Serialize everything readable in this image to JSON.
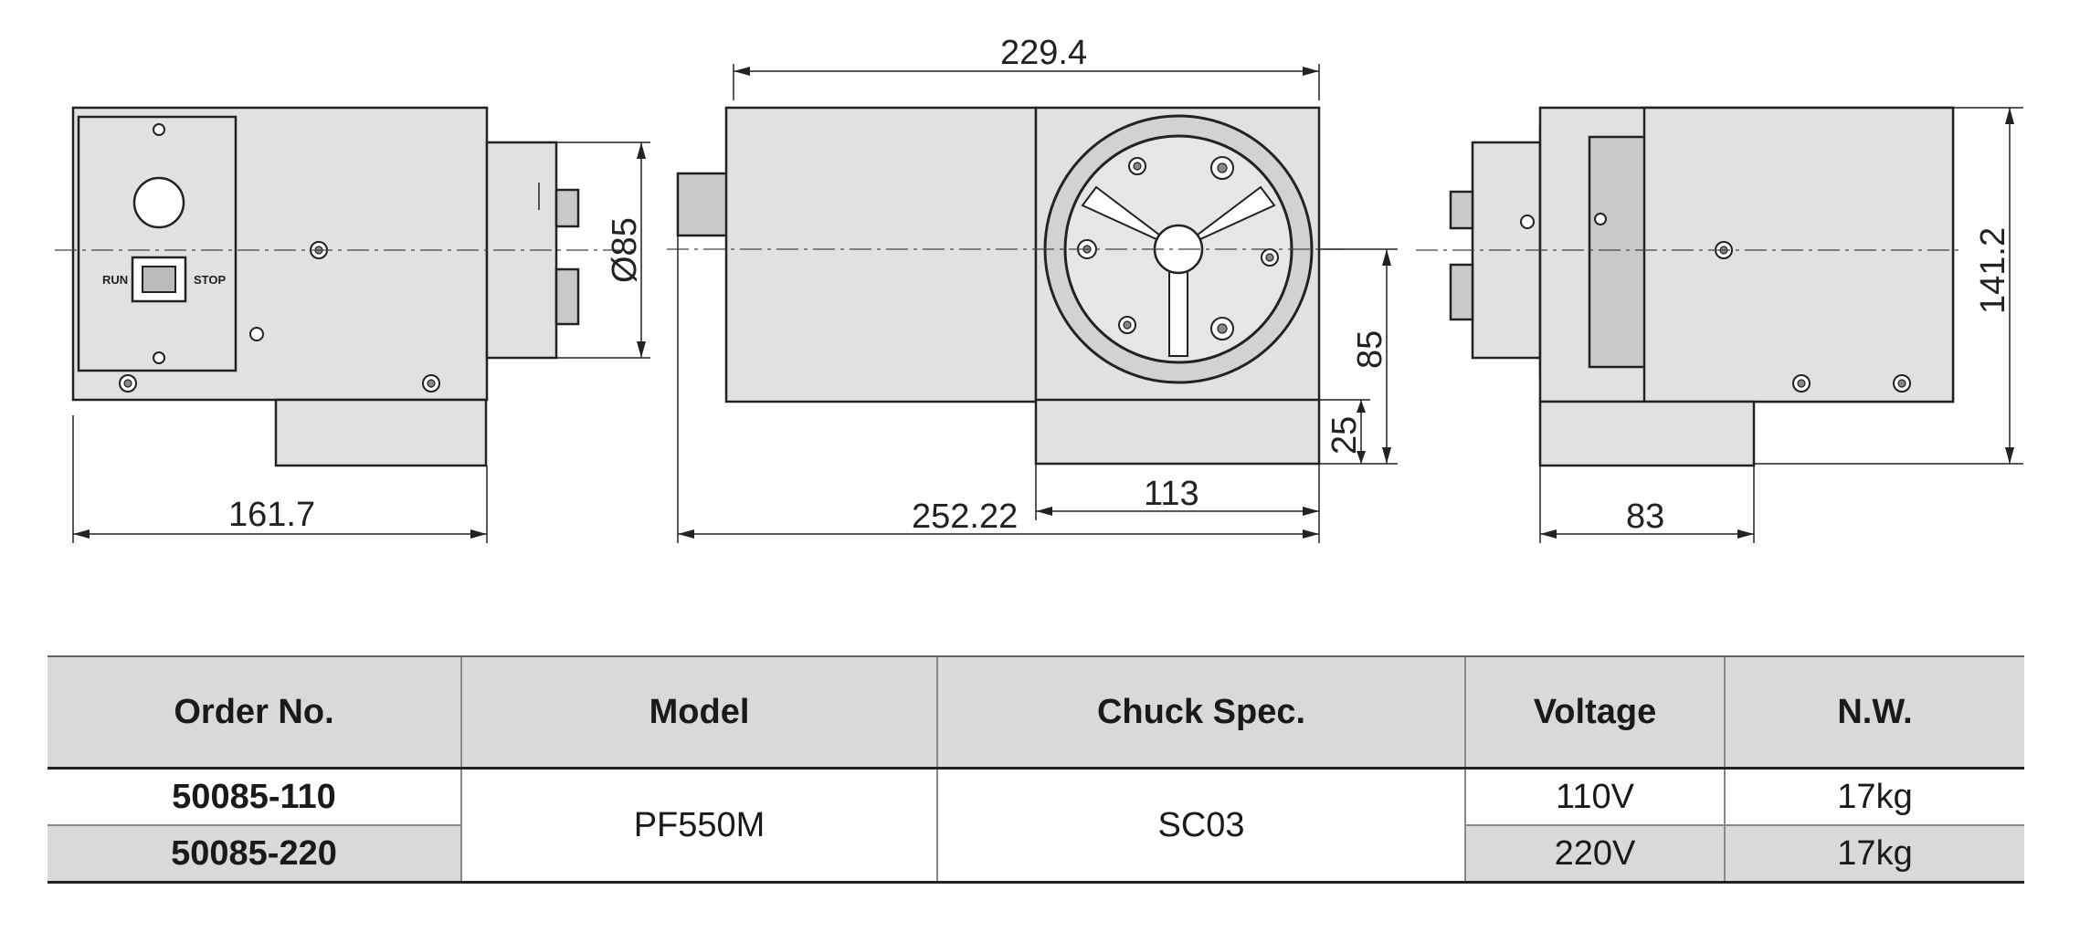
{
  "dimensions": {
    "d229_4": "229.4",
    "d85_dia": "Ø85",
    "d141_2": "141.2",
    "d85": "85",
    "d25": "25",
    "d161_7": "161.7",
    "d252_22": "252.22",
    "d113": "113",
    "d83": "83"
  },
  "switch_labels": {
    "run": "RUN",
    "stop": "STOP"
  },
  "table": {
    "headers": [
      "Order No.",
      "Model",
      "Chuck Spec.",
      "Voltage",
      "N.W."
    ],
    "rows": [
      {
        "order_no": "50085-110",
        "voltage": "110V",
        "nw": "17kg"
      },
      {
        "order_no": "50085-220",
        "voltage": "220V",
        "nw": "17kg"
      }
    ],
    "model": "PF550M",
    "chuck_spec": "SC03"
  },
  "colors": {
    "body": "#e1e1e1",
    "header_bg": "#d9d9d9",
    "line": "#222222"
  }
}
